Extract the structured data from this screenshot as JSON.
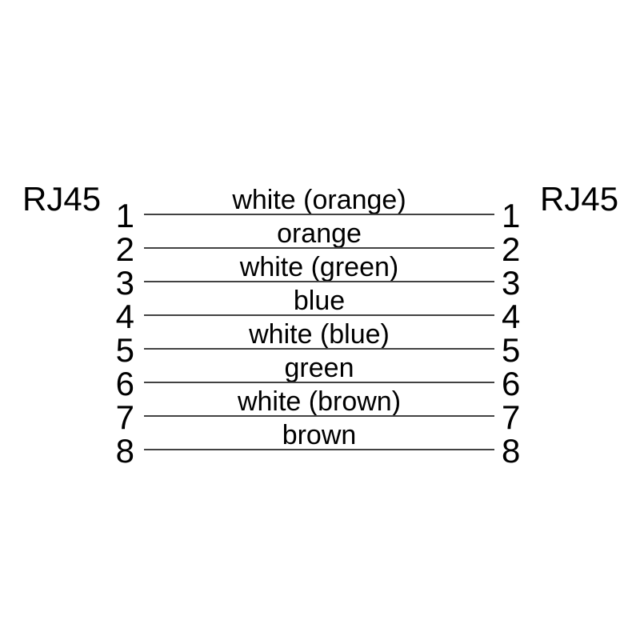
{
  "diagram": {
    "left_connector": "RJ45",
    "right_connector": "RJ45",
    "wires": [
      {
        "pin_left": "1",
        "pin_right": "1",
        "label": "white (orange)"
      },
      {
        "pin_left": "2",
        "pin_right": "2",
        "label": "orange"
      },
      {
        "pin_left": "3",
        "pin_right": "3",
        "label": "white (green)"
      },
      {
        "pin_left": "4",
        "pin_right": "4",
        "label": "blue"
      },
      {
        "pin_left": "5",
        "pin_right": "5",
        "label": "white (blue)"
      },
      {
        "pin_left": "6",
        "pin_right": "6",
        "label": "green"
      },
      {
        "pin_left": "7",
        "pin_right": "7",
        "label": "white (brown)"
      },
      {
        "pin_left": "8",
        "pin_right": "8",
        "label": "brown"
      }
    ],
    "colors": {
      "text": "#000000",
      "line": "#424242",
      "background": "#ffffff"
    }
  }
}
